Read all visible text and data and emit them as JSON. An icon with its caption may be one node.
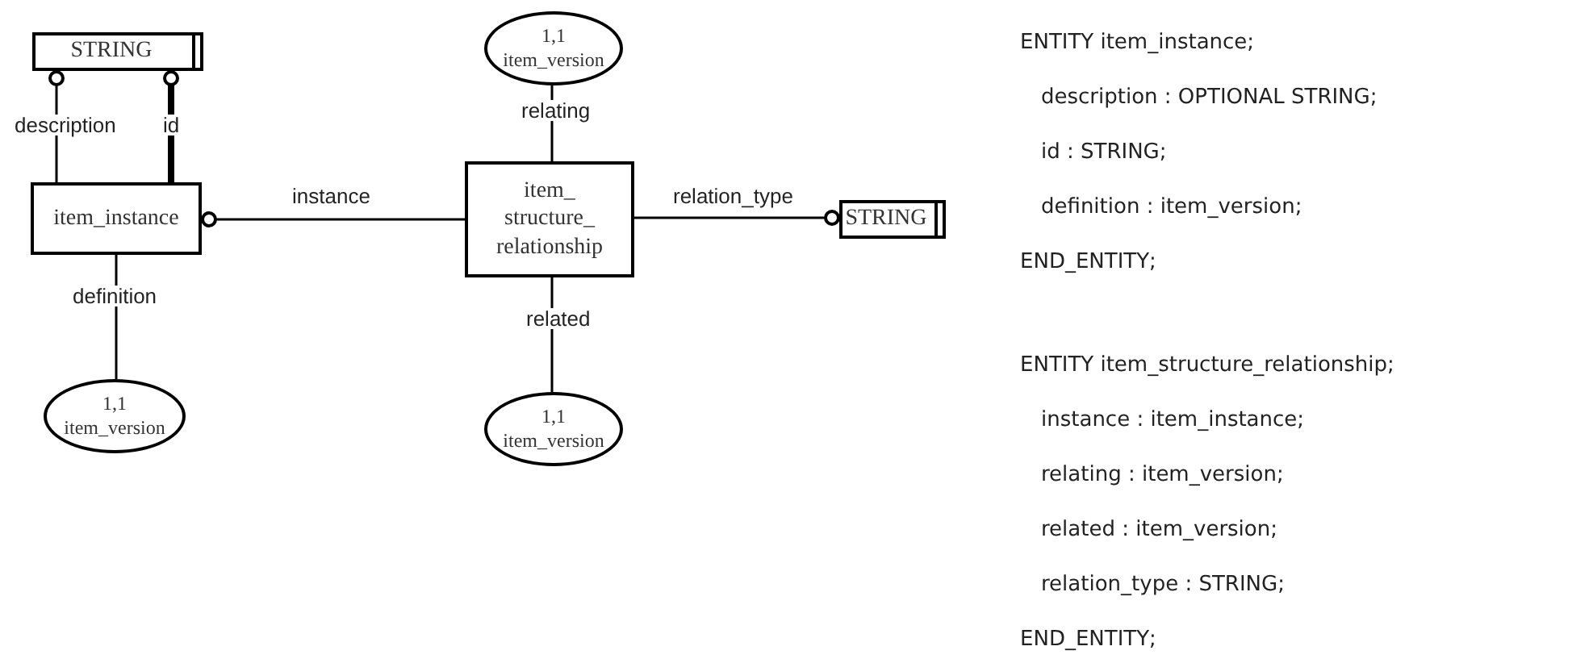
{
  "diagram": {
    "nodes": [
      {
        "text": [
          "STRING"
        ]
      },
      {
        "text": [
          "1,1",
          "item_version"
        ]
      },
      {
        "text": [
          "item_instance"
        ]
      },
      {
        "text": [
          "item_ structure_ relationship"
        ]
      },
      {
        "text": [
          "STRING"
        ]
      },
      {
        "text": [
          "1,1",
          "item_version"
        ]
      },
      {
        "text": [
          "1,1",
          "item_version"
        ]
      }
    ],
    "edges": [
      {
        "from": 2,
        "to": 0,
        "arrow": "other",
        "label": "description"
      },
      {
        "from": 2,
        "to": 0,
        "arrow": "other",
        "label": "id",
        "style": "thick"
      },
      {
        "from": 3,
        "to": 2,
        "arrow": "other",
        "label": "instance"
      },
      {
        "from": 2,
        "to": 5,
        "arrow": "none",
        "label": "definition"
      },
      {
        "from": 3,
        "to": 1,
        "arrow": "none",
        "label": "relating"
      },
      {
        "from": 3,
        "to": 6,
        "arrow": "none",
        "label": "related"
      },
      {
        "from": 3,
        "to": 4,
        "arrow": "other",
        "label": "relation_type"
      }
    ],
    "labels": [
      "ENTITY item_instance;",
      "description : OPTIONAL STRING;",
      "id : STRING;",
      "definition : item_version;",
      "END_ENTITY;",
      "ENTITY item_structure_relationship;",
      "instance : item_instance;",
      "relating : item_version;",
      "related : item_version;",
      "relation_type : STRING;",
      "END_ENTITY;"
    ]
  }
}
